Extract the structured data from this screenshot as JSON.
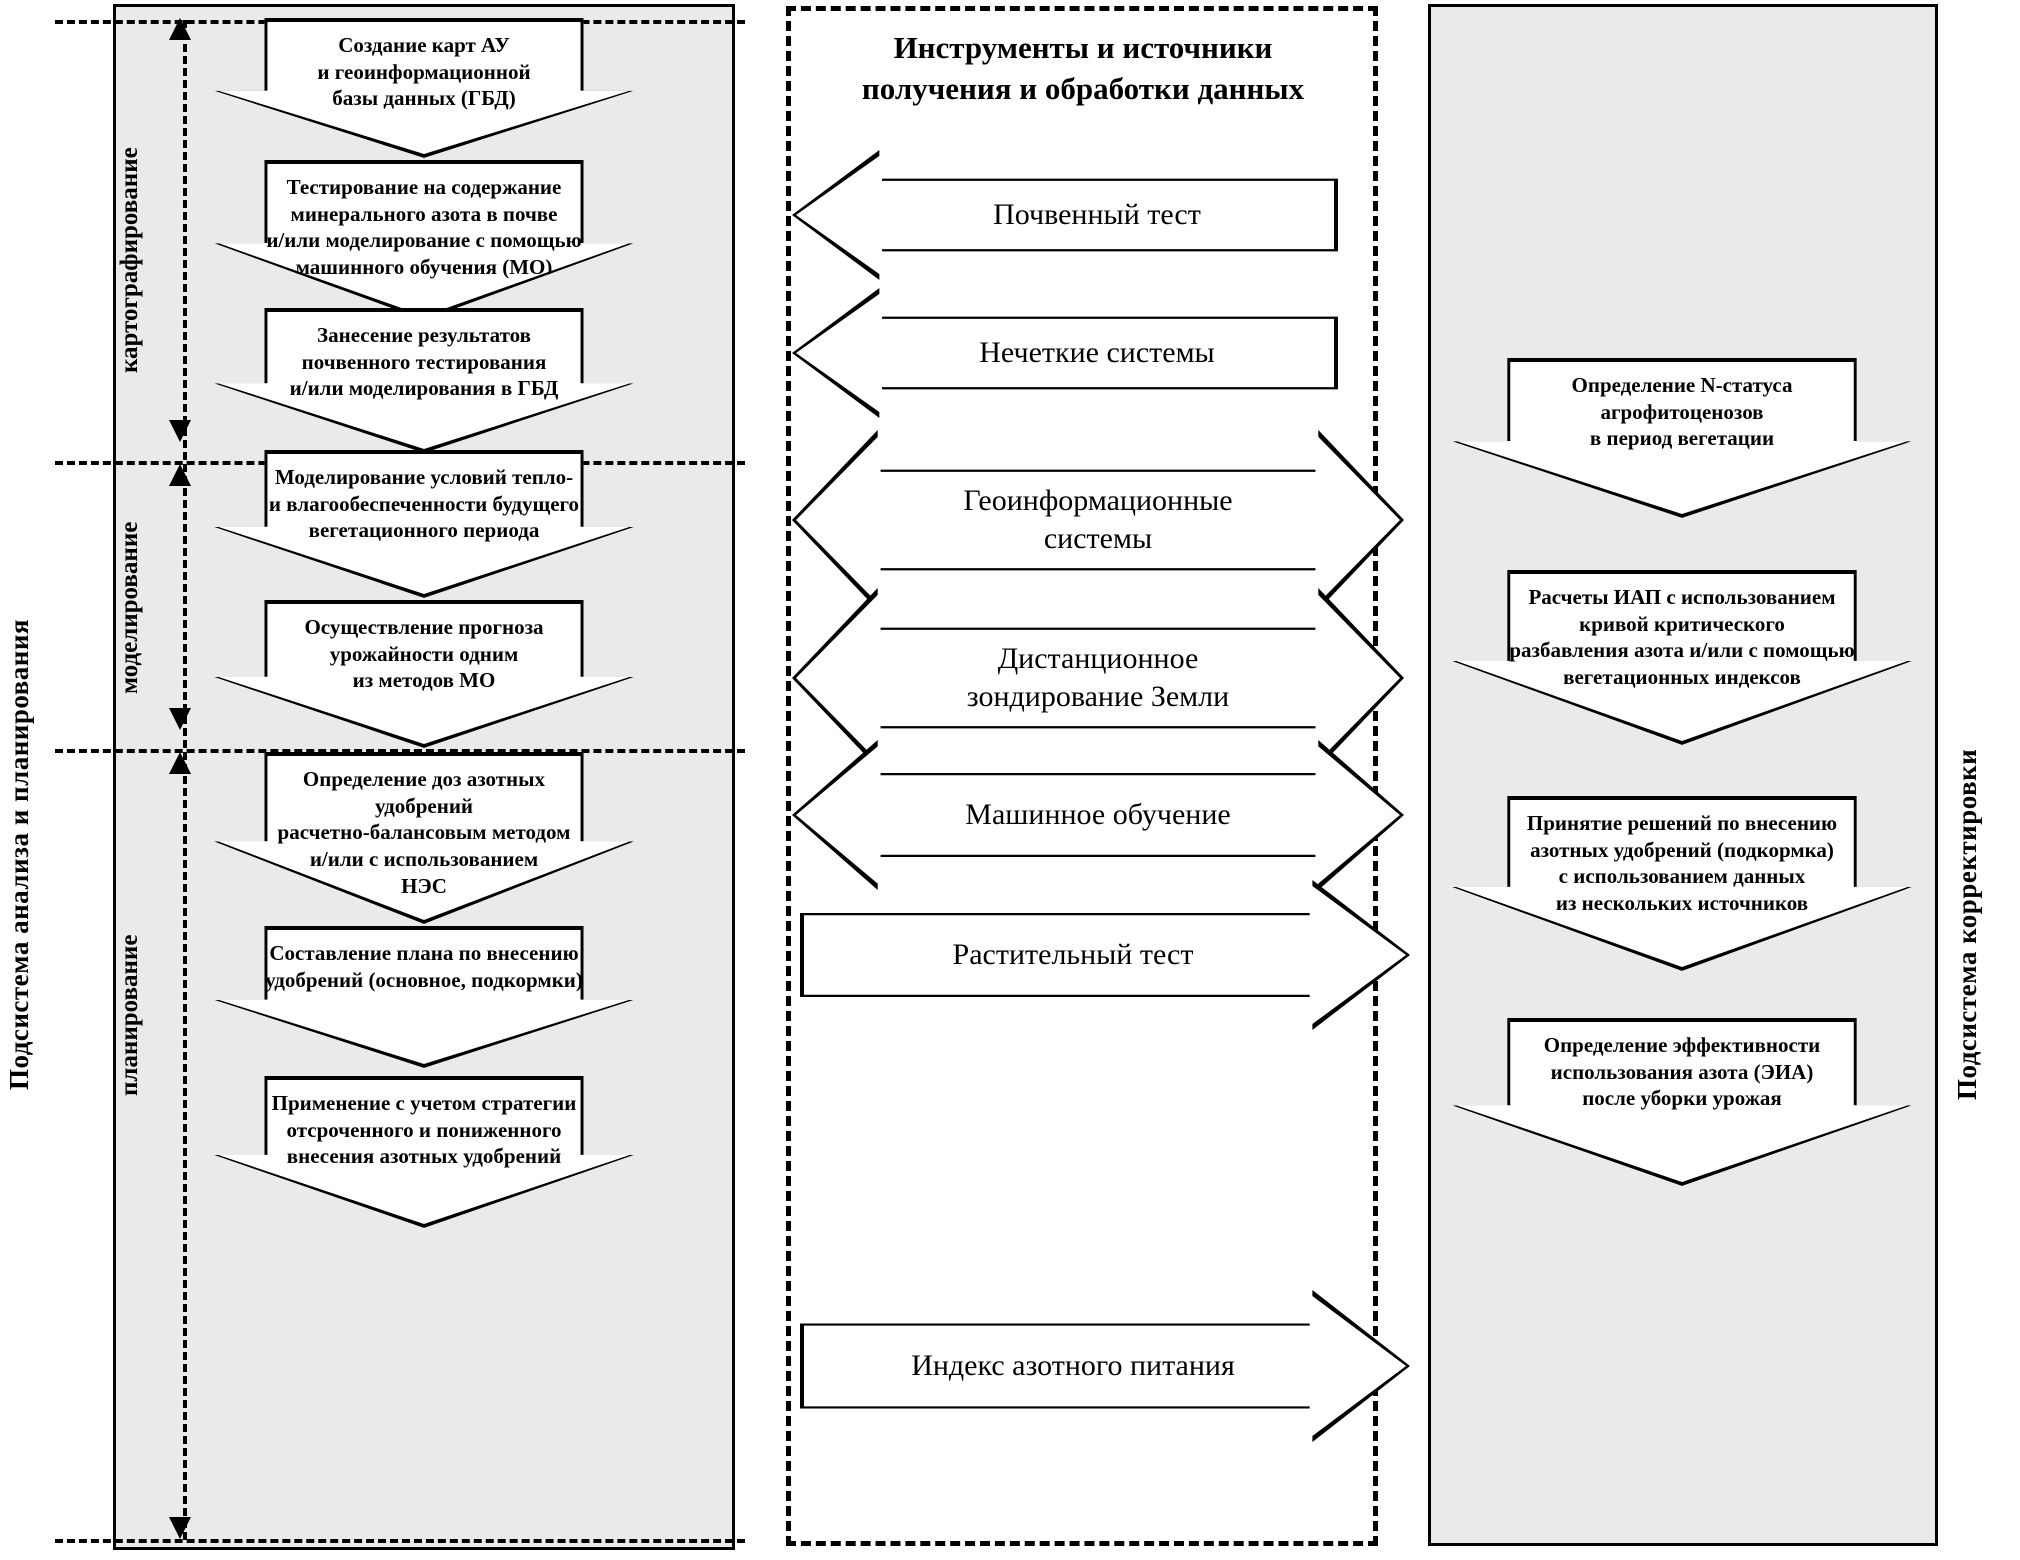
{
  "subsystems": {
    "left_label": "Подсистема анализа и планирования",
    "right_label": "Подсистема корректировки"
  },
  "left_panel": {
    "stages": [
      {
        "name": "картографирование"
      },
      {
        "name": "моделирование"
      },
      {
        "name": "планирование"
      }
    ],
    "steps": [
      {
        "id": "create-maps",
        "text": "Создание карт АУ\nи геоинформационной\nбазы данных (ГБД)"
      },
      {
        "id": "soil-n-testing",
        "text": "Тестирование на содержание\nминерального азота в почве\nи/или моделирование с помощью\nмашинного обучения (МО)"
      },
      {
        "id": "record-results",
        "text": "Занесение результатов\nпочвенного тестирования\nи/или моделирования в ГБД"
      },
      {
        "id": "model-heat-moisture",
        "text": "Моделирование условий тепло-\nи влагообеспеченности будущего\nвегетационного периода"
      },
      {
        "id": "yield-forecast",
        "text": "Осуществление прогноза\nурожайности одним\nиз методов МО"
      },
      {
        "id": "determine-doses",
        "text": "Определение доз азотных\nудобрений\nрасчетно-балансовым методом\nи/или с использованием\nНЭС"
      },
      {
        "id": "fertilizer-plan",
        "text": "Составление плана по внесению\nудобрений (основное, подкормки)"
      },
      {
        "id": "strategy-apply",
        "text": "Применение с учетом стратегии\nотсроченного и пониженного\nвнесения азотных удобрений"
      }
    ]
  },
  "middle_panel": {
    "title": "Инструменты и источники\nполучения и обработки данных",
    "tools": [
      {
        "id": "soil-test",
        "label": "Почвенный тест",
        "direction": "left"
      },
      {
        "id": "fuzzy-systems",
        "label": "Нечеткие системы",
        "direction": "left"
      },
      {
        "id": "gis",
        "label": "Геоинформационные\nсистемы",
        "direction": "both"
      },
      {
        "id": "remote-sensing",
        "label": "Дистанционное\nзондирование Земли",
        "direction": "both"
      },
      {
        "id": "machine-learning",
        "label": "Машинное обучение",
        "direction": "both"
      },
      {
        "id": "plant-test",
        "label": "Растительный тест",
        "direction": "right"
      },
      {
        "id": "nni",
        "label": "Индекс азотного питания",
        "direction": "right"
      }
    ]
  },
  "right_panel": {
    "steps": [
      {
        "id": "n-status",
        "text": "Определение N-статуса\nагрофитоценозов\nв период вегетации"
      },
      {
        "id": "nni-calculation",
        "text": "Расчеты ИАП с использованием\nкривой критического\nразбавления азота и/или с помощью\nвегетационных индексов"
      },
      {
        "id": "decision-making",
        "text": "Принятие решений по внесению\nазотных удобрений (подкормка)\nс использованием данных\nиз нескольких источников"
      },
      {
        "id": "nue",
        "text": "Определение эффективности\nиспользования азота (ЭИА)\nпосле уборки урожая"
      }
    ]
  },
  "colors": {
    "panel_fill": "#eaeaea",
    "stroke": "#000000",
    "shape_fill": "#ffffff"
  }
}
